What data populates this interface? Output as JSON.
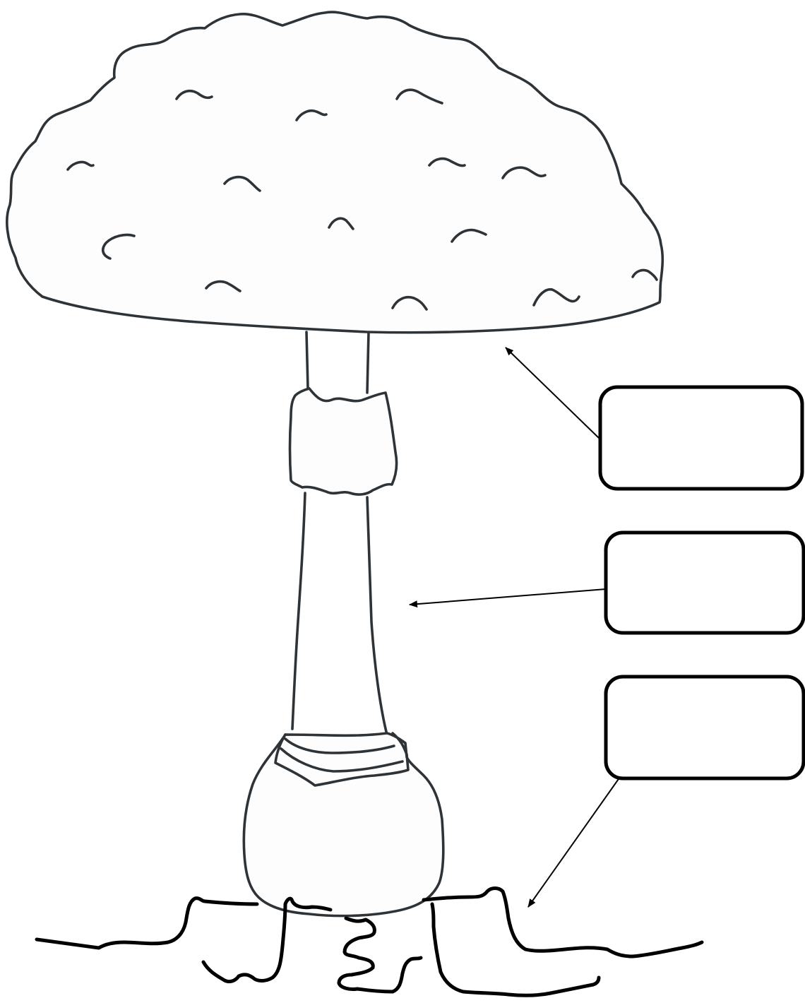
{
  "diagram": {
    "subject": "mushroom",
    "labels": [
      {
        "id": "cap-label",
        "text": ""
      },
      {
        "id": "stem-label",
        "text": ""
      },
      {
        "id": "base-label",
        "text": ""
      }
    ]
  }
}
